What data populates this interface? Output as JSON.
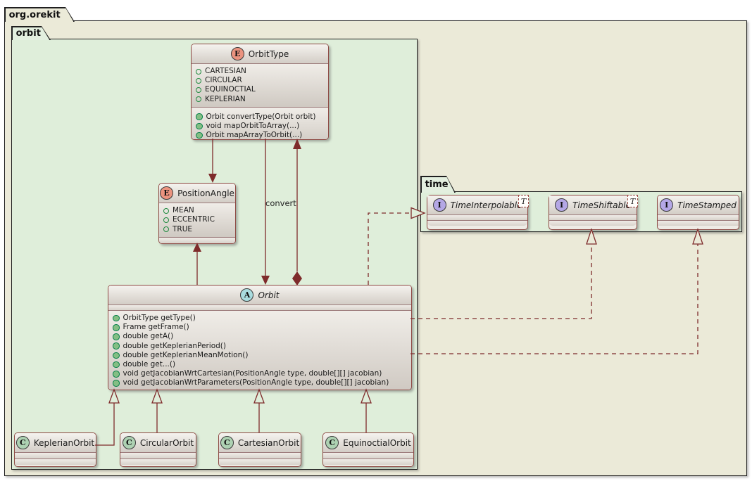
{
  "packages": {
    "orekit": {
      "label": "org.orekit"
    },
    "orbit": {
      "label": "orbit"
    },
    "time": {
      "label": "time"
    }
  },
  "edges": {
    "convert_label": "convert"
  },
  "classes": {
    "orbit_type": {
      "spot": "E",
      "name": "OrbitType",
      "fields": [
        "CARTESIAN",
        "CIRCULAR",
        "EQUINOCTIAL",
        "KEPLERIAN"
      ],
      "methods": [
        "Orbit convertType(Orbit orbit)",
        "void mapOrbitToArray(...)",
        "Orbit mapArrayToOrbit(...)"
      ]
    },
    "position_angle": {
      "spot": "E",
      "name": "PositionAngle",
      "fields": [
        "MEAN",
        "ECCENTRIC",
        "TRUE"
      ]
    },
    "orbit": {
      "spot": "A",
      "name": "Orbit",
      "methods": [
        "OrbitType getType()",
        "Frame getFrame()",
        "double getA()",
        "double getKeplerianPeriod()",
        "double getKeplerianMeanMotion()",
        "double get...()",
        "void getJacobianWrtCartesian(PositionAngle type, double[][] jacobian)",
        "void getJacobianWrtParameters(PositionAngle type, double[][] jacobian)"
      ]
    },
    "time_interpolable": {
      "spot": "I",
      "name": "TimeInterpolable",
      "generic": "T"
    },
    "time_shiftable": {
      "spot": "I",
      "name": "TimeShiftable",
      "generic": "T"
    },
    "time_stamped": {
      "spot": "I",
      "name": "TimeStamped"
    },
    "keplerian_orbit": {
      "spot": "C",
      "name": "KeplerianOrbit"
    },
    "circular_orbit": {
      "spot": "C",
      "name": "CircularOrbit"
    },
    "cartesian_orbit": {
      "spot": "C",
      "name": "CartesianOrbit"
    },
    "equinoctial_orbit": {
      "spot": "C",
      "name": "EquinoctialOrbit"
    }
  },
  "colors": {
    "line": "#7e2b2b",
    "box_border": "#8e4a44",
    "package_green": "#dfeeda",
    "package_beige": "#ebead8",
    "spot_enum": "#eb937f",
    "spot_abstract": "#a9dcdf",
    "spot_interface": "#b4a7e5",
    "spot_class": "#add1b2"
  }
}
